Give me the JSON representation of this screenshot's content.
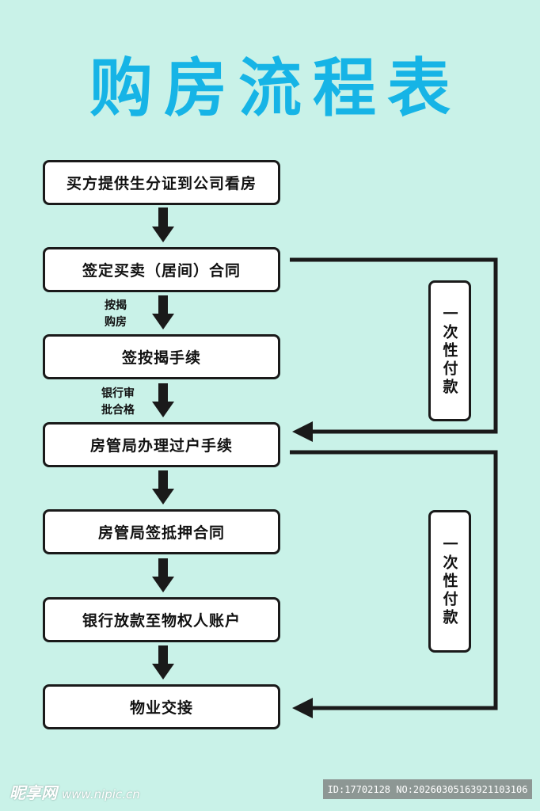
{
  "title": "购房流程表",
  "steps": [
    "买方提供生分证到公司看房",
    "签定买卖（居间）合同",
    "签按揭手续",
    "房管局办理过户手续",
    "房管局签抵押合同",
    "银行放款至物权人账户",
    "物业交接"
  ],
  "notes": {
    "mortgage": [
      "按揭",
      "购房"
    ],
    "approval": [
      "银行审",
      "批合格"
    ]
  },
  "side_labels": [
    "一次性付款",
    "一次性付款"
  ],
  "watermark": {
    "site_name": "昵享网",
    "url": "www.nipic.cn",
    "id_line": "ID:17702128 NO:20260305163921103106"
  },
  "colors": {
    "background": "#c9f2e8",
    "title": "#16b4e6",
    "box_fill": "#ffffff",
    "line": "#1a1a1a"
  }
}
